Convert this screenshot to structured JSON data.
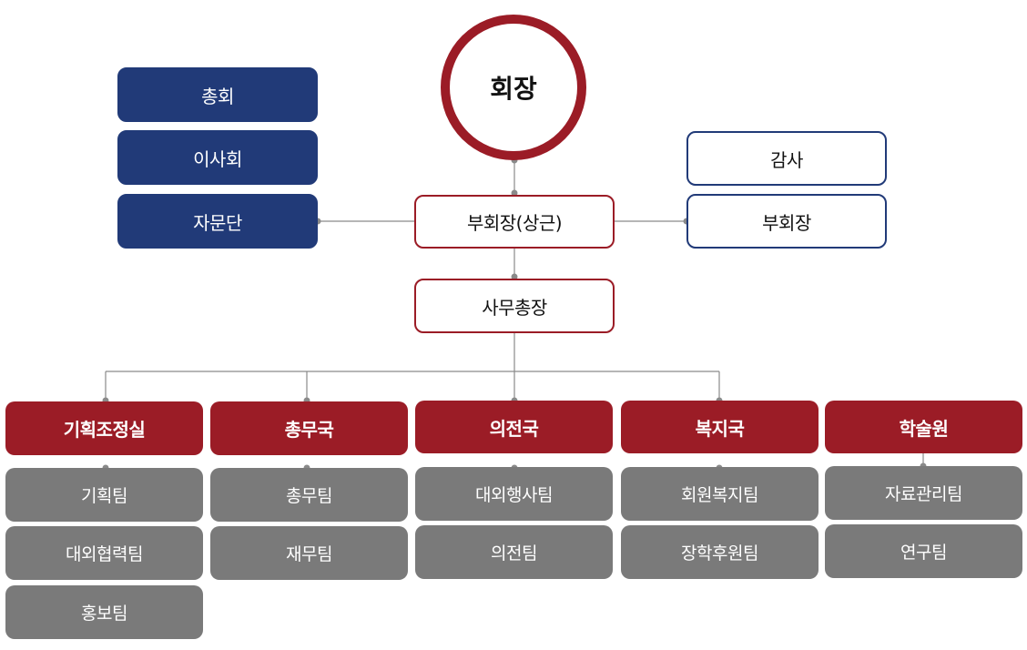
{
  "president": "회장",
  "left_bodies": [
    "총회",
    "이사회",
    "자문단"
  ],
  "right_bodies": [
    "감사",
    "부회장"
  ],
  "vice_president": "부회장(상근)",
  "secretary_general": "사무총장",
  "departments": [
    {
      "name": "기획조정실",
      "teams": [
        "기획팀",
        "대외협력팀",
        "홍보팀"
      ]
    },
    {
      "name": "총무국",
      "teams": [
        "총무팀",
        "재무팀"
      ]
    },
    {
      "name": "의전국",
      "teams": [
        "대외행사팀",
        "의전팀"
      ]
    },
    {
      "name": "복지국",
      "teams": [
        "회원복지팀",
        "장학후원팀"
      ]
    },
    {
      "name": "학술원",
      "teams": [
        "자료관리팀",
        "연구팀"
      ]
    }
  ],
  "colors": {
    "navy": "#213a78",
    "red": "#9b1c26",
    "gray": "#7a7a7a",
    "line": "#888888"
  }
}
